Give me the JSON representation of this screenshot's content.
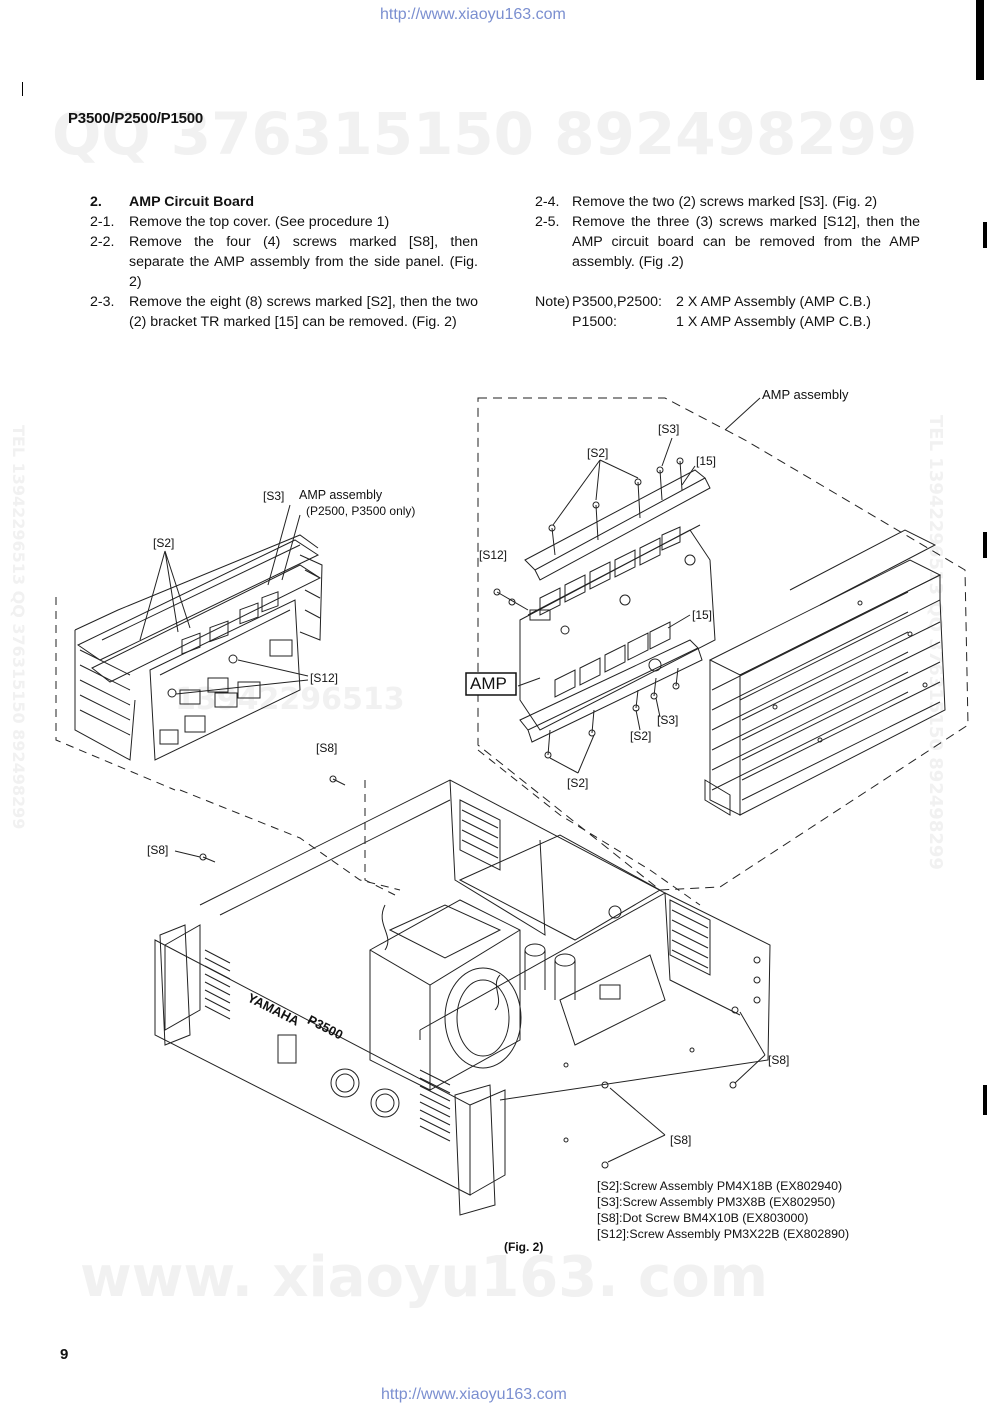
{
  "header_url": "http://www.xiaoyu163.com",
  "footer_url": "http://www.xiaoyu163.com",
  "model_title": "P3500/P2500/P1500",
  "watermarks": {
    "qq_line": "QQ 376315150   892498299",
    "bottom": "www. xiaoyu163. com",
    "side_right": "TEL 13942296513   QQ 376315150   892498299",
    "side_left": "TEL 13942296513   QQ 376315150   892498299",
    "mid": "13942296513"
  },
  "section": {
    "number": "2.",
    "title": "AMP Circuit Board",
    "steps_left": [
      {
        "num": "2-1.",
        "text": "Remove the top cover. (See procedure 1)"
      },
      {
        "num": "2-2.",
        "text": "Remove the four (4) screws marked [S8], then separate the AMP assembly from the side panel. (Fig. 2)"
      },
      {
        "num": "2-3.",
        "text": "Remove the eight (8) screws marked [S2], then the two (2) bracket TR marked [15] can be removed. (Fig. 2)"
      }
    ],
    "steps_right": [
      {
        "num": "2-4.",
        "text": "Remove the two (2) screws marked [S3]. (Fig. 2)"
      },
      {
        "num": "2-5.",
        "text": "Remove the three (3) screws marked [S12], then the AMP circuit board can be removed from the AMP assembly. (Fig .2)"
      }
    ],
    "note_prefix": "Note)",
    "note_rows": [
      {
        "model": "P3500,P2500:",
        "value": "2 X AMP Assembly (AMP C.B.)"
      },
      {
        "model": "P1500:",
        "value": "1 X AMP Assembly (AMP C.B.)"
      }
    ]
  },
  "figure": {
    "labels": {
      "amp_assembly_top": "AMP assembly",
      "s3_top": "[S3]",
      "s2_top": "[S2]",
      "l15_top": "[15]",
      "s12_right": "[S12]",
      "l15_mid": "[15]",
      "amp_box": "AMP",
      "s3_lower": "[S3]",
      "s2_lower": "[S2]",
      "s2_bottom": "[S2]",
      "s3_left": "[S3]",
      "amp_assembly_left": "AMP assembly",
      "amp_assembly_left_note": "(P2500, P3500 only)",
      "s2_left": "[S2]",
      "s12_left": "[S12]",
      "s8_a": "[S8]",
      "s8_b": "[S8]",
      "s8_c": "[S8]",
      "s8_d": "[S8]",
      "brand": "YAMAHA",
      "model_plate": "P3500"
    },
    "caption": "(Fig. 2)"
  },
  "legend": [
    "[S2]:Screw Assembly  PM4X18B (EX802940)",
    "[S3]:Screw Assembly  PM3X8B (EX802950)",
    "[S8]:Dot Screw  BM4X10B (EX803000)",
    "[S12]:Screw Assembly  PM3X22B (EX802890)"
  ],
  "page_number": "9"
}
